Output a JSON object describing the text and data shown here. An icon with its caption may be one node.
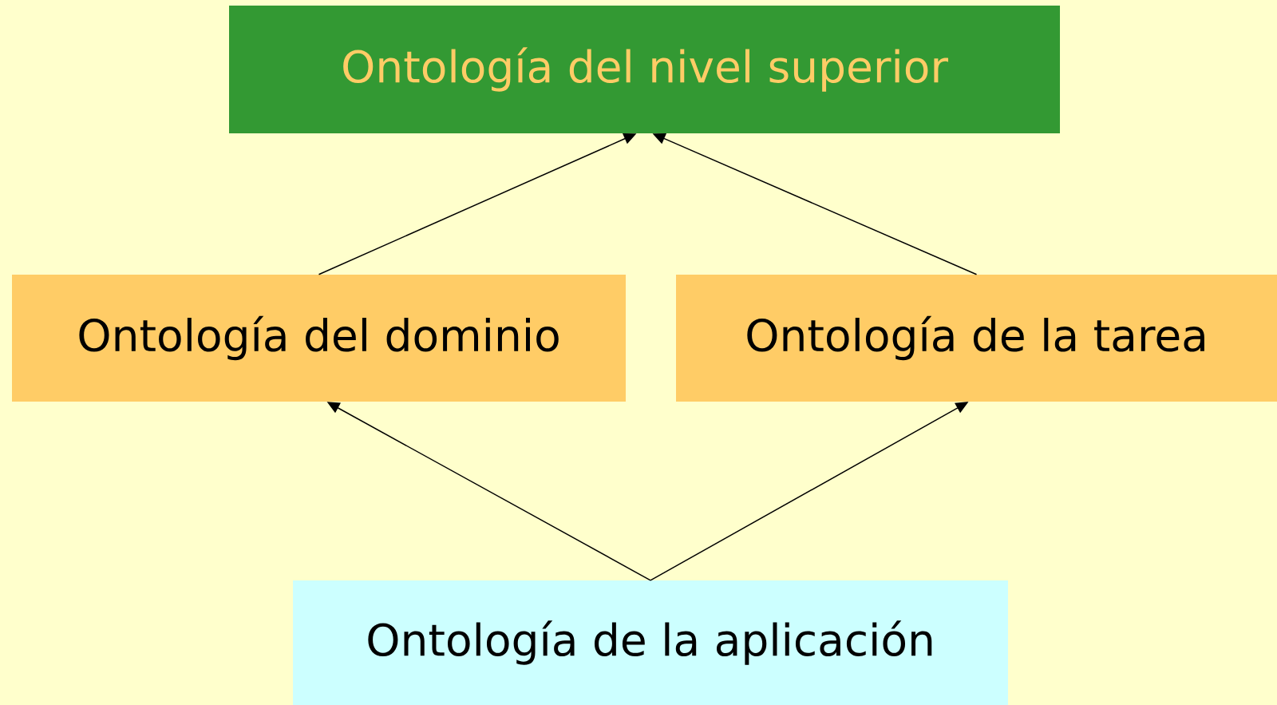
{
  "diagram": {
    "nodes": [
      {
        "text": [
          "Ontología del nivel superior"
        ]
      },
      {
        "text": [
          "Ontología del dominio"
        ]
      },
      {
        "text": [
          "Ontología de la tarea"
        ]
      },
      {
        "text": [
          "Ontología de la aplicación"
        ]
      }
    ],
    "edges": [
      {
        "from": 1,
        "to": 0,
        "arrow": "to"
      },
      {
        "from": 2,
        "to": 0,
        "arrow": "to"
      },
      {
        "from": 3,
        "to": 1,
        "arrow": "to"
      },
      {
        "from": 3,
        "to": 2,
        "arrow": "to"
      }
    ]
  }
}
